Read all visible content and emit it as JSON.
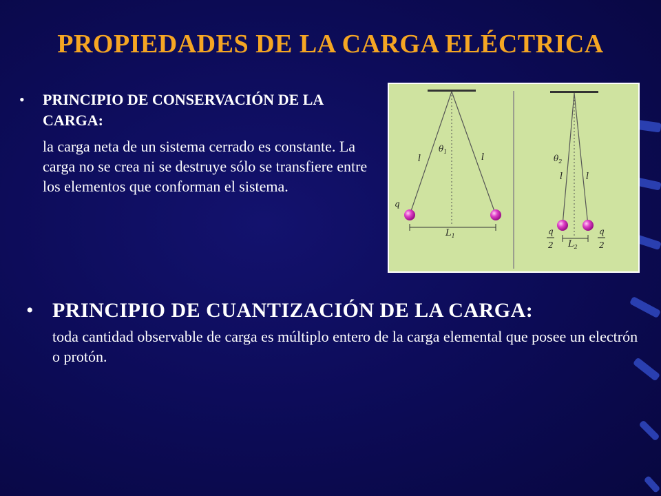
{
  "slide": {
    "title": "PROPIEDADES DE LA CARGA  ELÉCTRICA",
    "bullet_char": "•"
  },
  "section1": {
    "heading": "PRINCIPIO DE CONSERVACIÓN DE LA CARGA:",
    "body": "la carga neta de un sistema cerrado es constante. La carga no se crea ni se destruye sólo se transfiere entre los elementos que conforman el sistema."
  },
  "section2": {
    "heading": "PRINCIPIO DE CUANTIZACIÓN DE LA CARGA:",
    "body": "toda cantidad observable de carga es múltiplo entero de la carga elemental que posee un electrón o protón."
  },
  "figure": {
    "left_panel": {
      "string_label_left": "l",
      "string_label_right": "l",
      "angle_label": "θ",
      "angle_sub": "1",
      "charge_label": "q",
      "distance_label": "L",
      "distance_sub": "1"
    },
    "right_panel": {
      "string_label_left": "l",
      "string_label_right": "l",
      "angle_label": "θ",
      "angle_sub": "2",
      "charge_num": "q",
      "charge_den": "2",
      "distance_label": "L",
      "distance_sub": "2"
    },
    "colors": {
      "background": "#cfe3a0",
      "sphere": "#e040c8"
    }
  },
  "colors": {
    "title": "#f5a623",
    "text": "#ffffff",
    "background": "#0d0c5a"
  }
}
